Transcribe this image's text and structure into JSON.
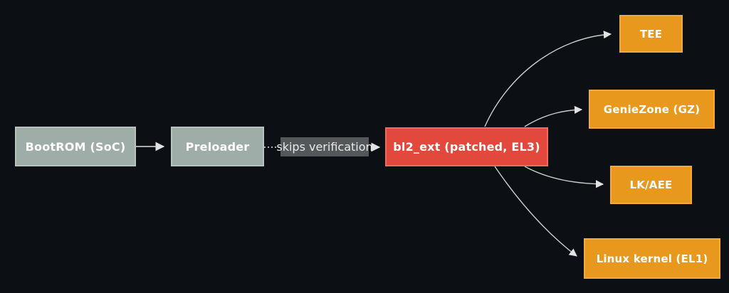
{
  "diagram": {
    "nodes": {
      "bootrom": {
        "label": "BootROM (SoC)"
      },
      "preloader": {
        "label": "Preloader"
      },
      "bl2_ext": {
        "label": "bl2_ext (patched, EL3)"
      },
      "tee": {
        "label": "TEE"
      },
      "geniezone": {
        "label": "GenieZone (GZ)"
      },
      "lk_aee": {
        "label": "LK/AEE"
      },
      "linux_kernel": {
        "label": "Linux kernel (EL1)"
      }
    },
    "edges": {
      "skip_label": "skips verification"
    },
    "colors": {
      "background": "#0c0f13",
      "stage_box_fill": "#9fada9",
      "stage_box_border": "#b8c3bf",
      "patched_box_fill": "#e2493c",
      "patched_box_border": "#ef6c5c",
      "target_box_fill": "#e8991d",
      "target_box_border": "#f2aa3e",
      "edge_label_bg": "#55585b",
      "edge_stroke": "#d2d2d2",
      "text": "#ffffff"
    }
  }
}
